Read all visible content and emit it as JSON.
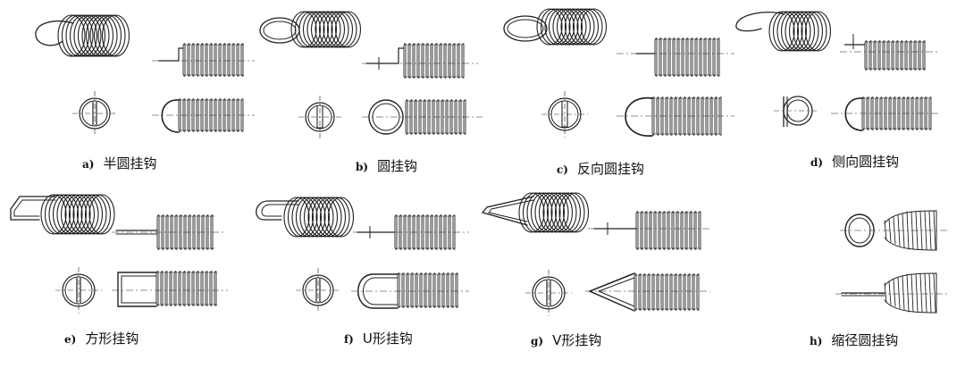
{
  "figures": [
    {
      "letter": "a)",
      "label": "半圆挂钩"
    },
    {
      "letter": "b)",
      "label": "圆挂钩"
    },
    {
      "letter": "c)",
      "label": "反向圆挂钩"
    },
    {
      "letter": "d)",
      "label": "侧向圆挂钩"
    },
    {
      "letter": "e)",
      "label": "方形挂钩"
    },
    {
      "letter": "f)",
      "label": "U形挂钩"
    },
    {
      "letter": "g)",
      "label": "V形挂钩"
    },
    {
      "letter": "h)",
      "label": "缩径圆挂钩"
    }
  ]
}
